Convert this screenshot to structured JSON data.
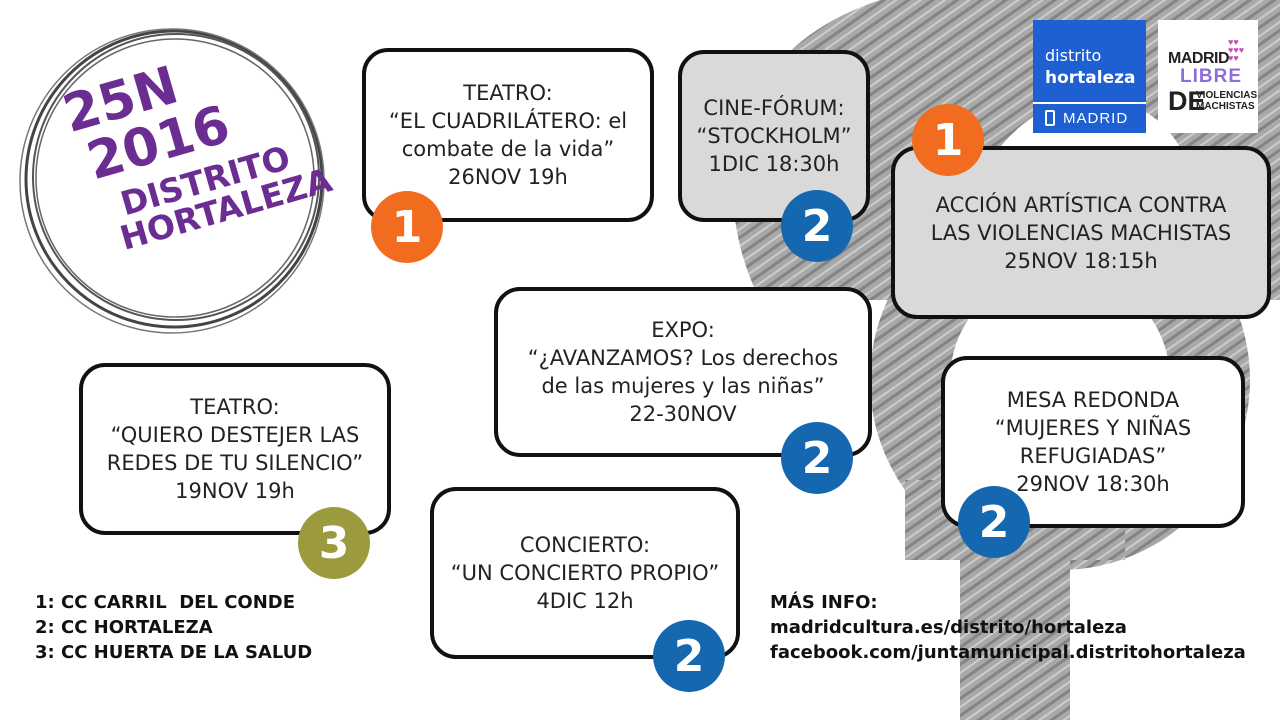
{
  "stamp": {
    "line1": "25N",
    "line2": "2016",
    "line3": "DISTRITO",
    "line4": "HORTALEZA"
  },
  "events": [
    {
      "lines": [
        "TEATRO:",
        "“EL CUADRILÁTERO: el",
        "combate de la vida”",
        "26NOV 19h"
      ],
      "badge": "1"
    },
    {
      "lines": [
        "CINE-FÓRUM:",
        "“STOCKHOLM”",
        "1DIC 18:30h"
      ],
      "badge": "2"
    },
    {
      "lines": [
        "ACCIÓN ARTÍSTICA CONTRA",
        "LAS VIOLENCIAS MACHISTAS",
        "25NOV 18:15h"
      ],
      "badge": "1"
    },
    {
      "lines": [
        "EXPO:",
        "“¿AVANZAMOS? Los derechos",
        "de las mujeres y las niñas”",
        "22-30NOV"
      ],
      "badge": "2"
    },
    {
      "lines": [
        "TEATRO:",
        "“QUIERO DESTEJER LAS",
        "REDES DE TU SILENCIO”",
        "19NOV 19h"
      ],
      "badge": "3"
    },
    {
      "lines": [
        "MESA REDONDA",
        "“MUJERES Y NIÑAS",
        "REFUGIADAS”",
        "29NOV 18:30h"
      ],
      "badge": "2"
    },
    {
      "lines": [
        "CONCIERTO:",
        "“UN CONCIERTO PROPIO”",
        "4DIC 12h"
      ],
      "badge": "2"
    }
  ],
  "legend": [
    "1: CC CARRIL  DEL CONDE",
    "2: CC HORTALEZA",
    "3: CC HUERTA DE LA SALUD"
  ],
  "info": {
    "title": "MÁS INFO:",
    "link1": "madridcultura.es/distrito/hortaleza",
    "link2": "facebook.com/juntamunicipal.distritohortaleza"
  },
  "logo_hortaleza": {
    "line1": "distrito",
    "line2": "hortaleza",
    "line3": "MADRID"
  },
  "logo_madrid_libre": {
    "line1": "MADRID",
    "line2": "LIBRE",
    "line3": "DE",
    "line4": "VIOLENCIAS",
    "line5": "MACHISTAS"
  },
  "colors": {
    "purple": "#6b2d91",
    "orange": "#f26c1f",
    "blue": "#1567b0",
    "olive": "#9b9a3c"
  }
}
